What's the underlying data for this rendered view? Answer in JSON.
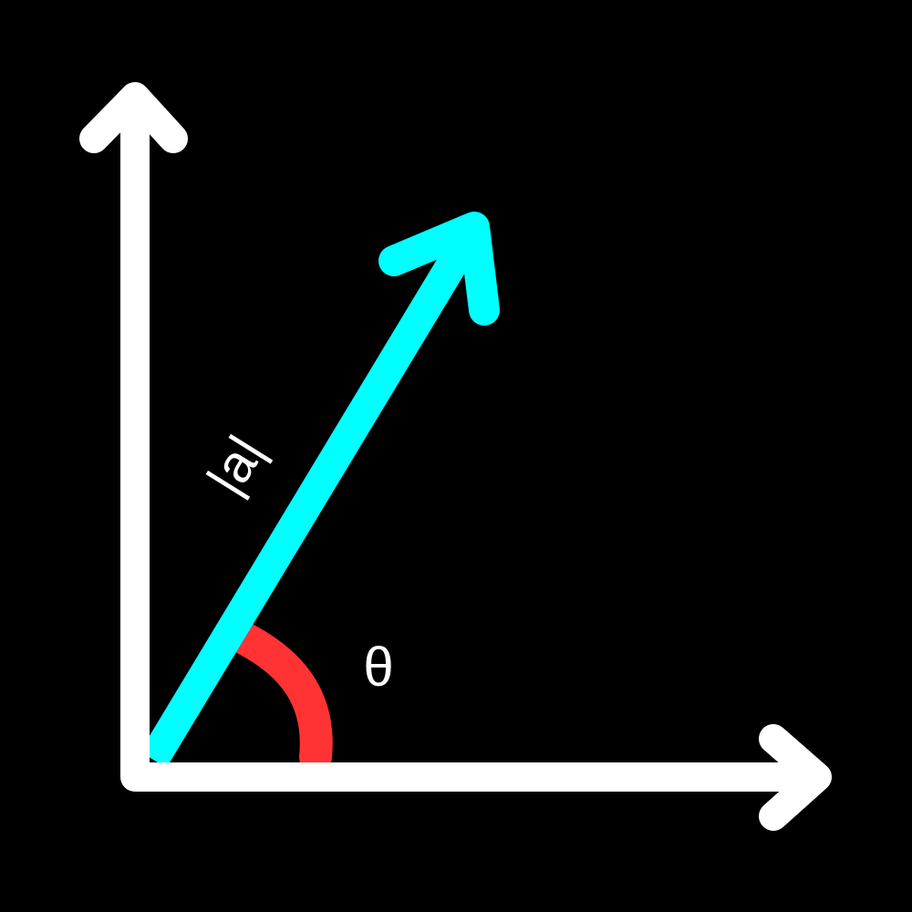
{
  "labels": {
    "magnitude": "|a|",
    "angle": "θ"
  },
  "colors": {
    "background": "#000000",
    "axes": "#ffffff",
    "vector": "#00ffff",
    "angle_arc": "#ff3333",
    "text": "#ffffff"
  },
  "elements": {
    "x_axis": "arrow",
    "y_axis": "arrow",
    "vector_a": "arrow",
    "angle_marker": "arc"
  }
}
